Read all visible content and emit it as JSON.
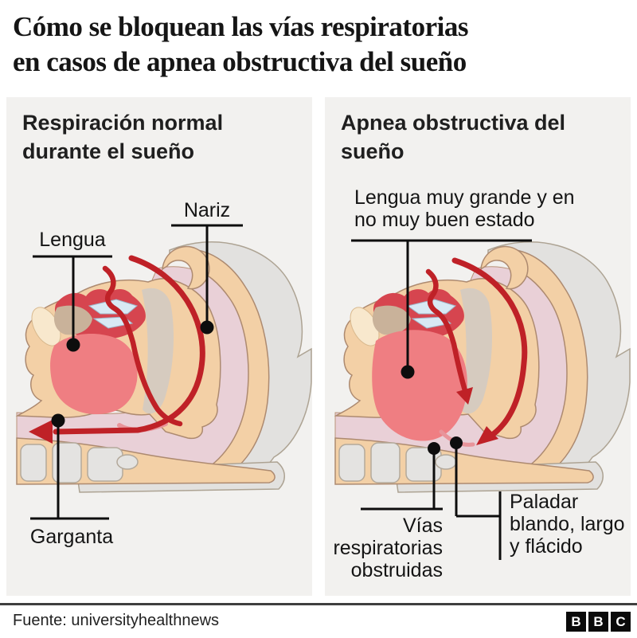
{
  "title": {
    "lines": [
      "Cómo se bloquean las vías respiratorias",
      "en casos de apnea obstructiva del sueño"
    ]
  },
  "panels": {
    "normal": {
      "heading_lines": [
        "Respiración normal",
        "durante el sueño"
      ],
      "labels": {
        "nariz": "Nariz",
        "lengua": "Lengua",
        "garganta": "Garganta"
      }
    },
    "apnea": {
      "heading_lines": [
        "Apnea obstructiva del",
        "sueño"
      ],
      "labels": {
        "lengua_lines": [
          "Lengua muy grande y en",
          "no muy buen estado"
        ],
        "vias_lines": [
          "Vías",
          "respiratorias",
          "obstruidas"
        ],
        "paladar_lines": [
          "Paladar",
          "blando, largo",
          "y flácido"
        ]
      }
    }
  },
  "footer": {
    "source": "Fuente: universityhealthnews",
    "logo_letters": [
      "B",
      "B",
      "C"
    ]
  },
  "colors": {
    "panel_bg": "#f2f1ef",
    "skin": "#f3d0a6",
    "skin_outline": "#ad8a70",
    "pharynx_mauve": "#e9d0d7",
    "bone_gray": "#e2e1df",
    "gray_outline": "#ada393",
    "tongue_pink": "#ef7e82",
    "nasal_red": "#d6454f",
    "soft_tan": "#c9b29a",
    "teeth_blue": "#d8e9f4",
    "airflow_red": "#bf2127",
    "airflow_salmon": "#e8949a",
    "leader_black": "#0d0d0d"
  }
}
